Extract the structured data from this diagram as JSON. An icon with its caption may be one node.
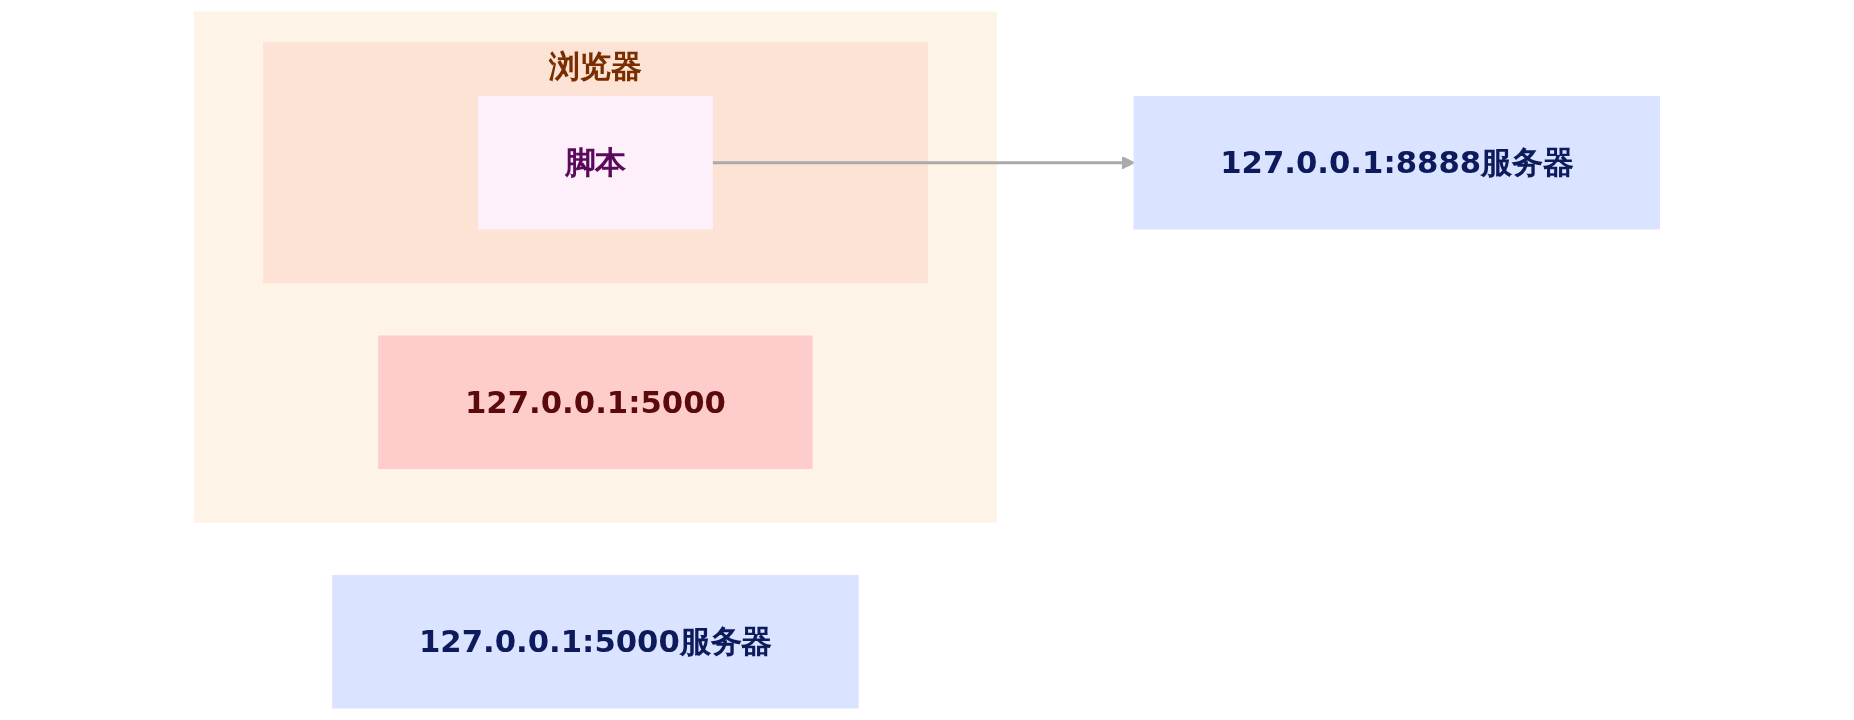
{
  "diagram": {
    "nodes": [
      {
        "text": [
          "127.0.0.1:5000服务器"
        ]
      },
      {
        "text": [
          "127.0.0.1:8888服务器"
        ]
      },
      {
        "text": [],
        "shape": "box"
      },
      {
        "text": [
          "127.0.0.1:5000"
        ],
        "in": 2
      },
      {
        "text": [
          "浏览器"
        ],
        "in": 2
      },
      {
        "text": [
          "脚本"
        ],
        "in": 4
      }
    ],
    "edges": [
      {
        "from": 5,
        "to": 1,
        "arrow": "to"
      }
    ]
  }
}
